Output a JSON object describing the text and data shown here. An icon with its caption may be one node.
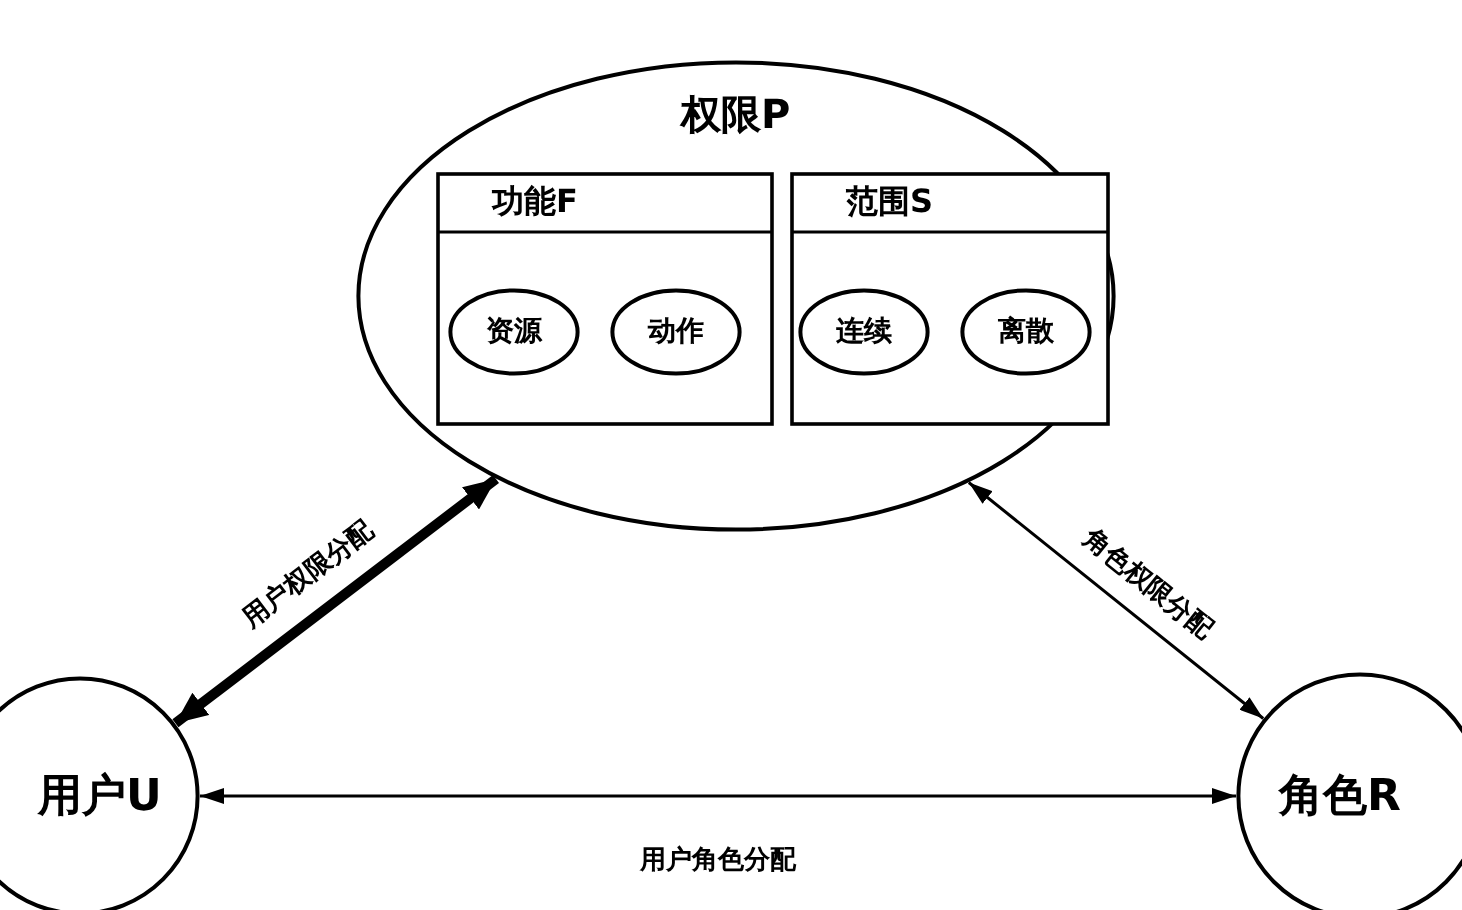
{
  "diagram": {
    "nodes": [
      {
        "text": [
          "权限P"
        ]
      },
      {
        "text": [
          "功能F"
        ],
        "in": 0
      },
      {
        "text": [
          "资源"
        ],
        "in": 1
      },
      {
        "text": [
          "动作"
        ],
        "in": 1
      },
      {
        "text": [
          "范围S"
        ],
        "in": 0
      },
      {
        "text": [
          "连续"
        ],
        "in": 4
      },
      {
        "text": [
          "离散"
        ],
        "in": 4
      },
      {
        "text": [
          "用户U"
        ]
      },
      {
        "text": [
          "角色R"
        ]
      }
    ],
    "edges": [
      {
        "from": 7,
        "to": 0,
        "arrow": "both",
        "label": "用户权限分配",
        "style": "thick"
      },
      {
        "from": 8,
        "to": 0,
        "arrow": "both",
        "label": "角色权限分配"
      },
      {
        "from": 7,
        "to": 8,
        "arrow": "both",
        "label": "用户角色分配"
      }
    ]
  }
}
